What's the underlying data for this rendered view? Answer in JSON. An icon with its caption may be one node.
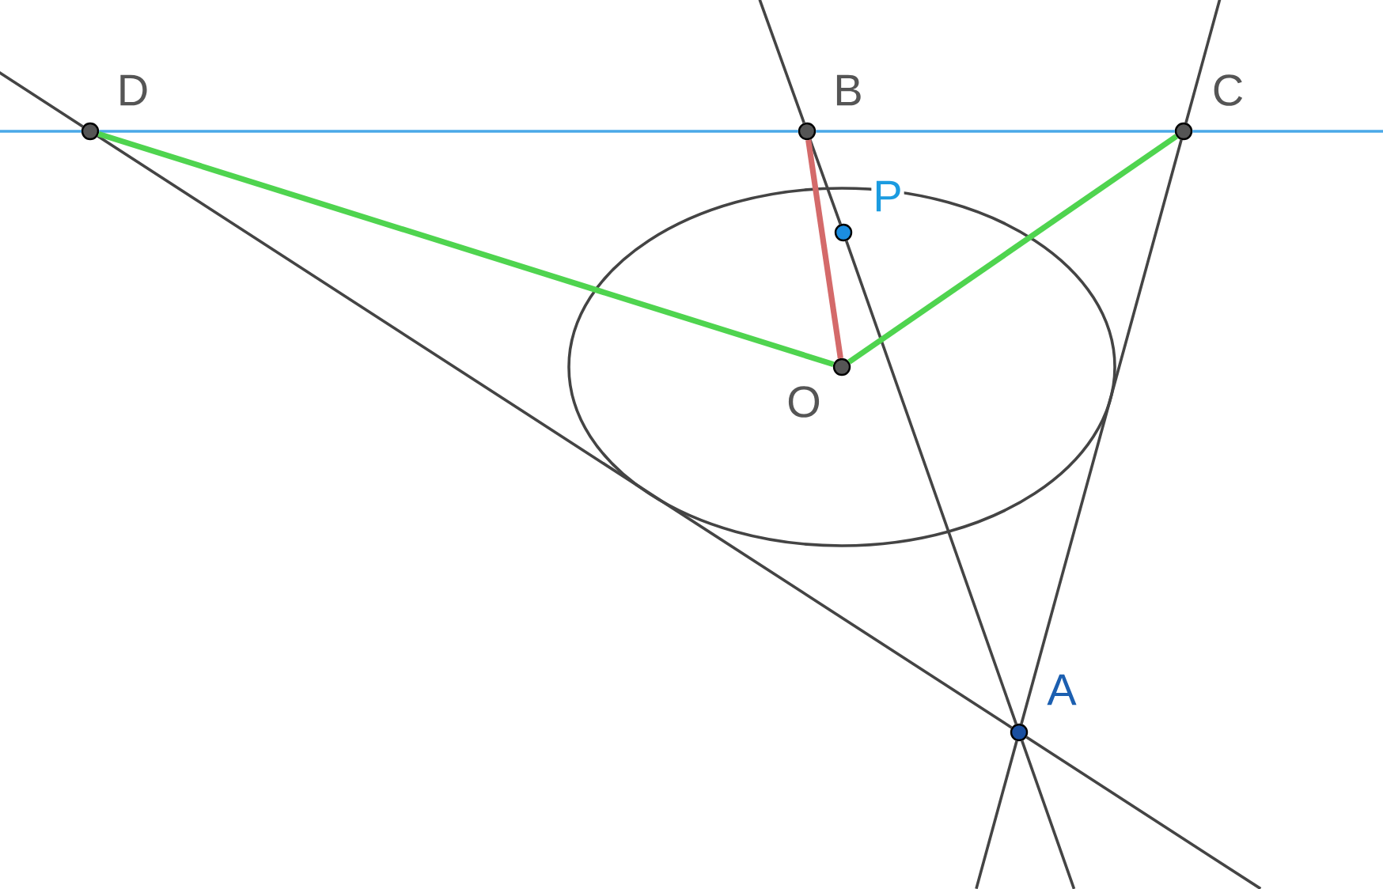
{
  "diagram": {
    "nodes": [
      {
        "text": [
          "D"
        ]
      },
      {
        "text": [
          "B"
        ]
      },
      {
        "text": [
          "C"
        ]
      },
      {
        "text": [
          "P"
        ]
      },
      {
        "text": [
          "O"
        ]
      },
      {
        "text": [
          "A"
        ]
      }
    ],
    "edges": [
      {
        "from": 0,
        "to": 1,
        "arrow": "none",
        "color": "#4aa8e8"
      },
      {
        "from": 1,
        "to": 2,
        "arrow": "none",
        "color": "#4aa8e8"
      },
      {
        "from": 5,
        "to": 3,
        "arrow": "none"
      },
      {
        "from": 3,
        "to": 1,
        "arrow": "none"
      },
      {
        "from": 5,
        "to": 2,
        "arrow": "none"
      },
      {
        "from": 5,
        "to": 0,
        "arrow": "none"
      },
      {
        "from": 0,
        "to": 4,
        "arrow": "none",
        "style": "thick",
        "color": "#4fd44f"
      },
      {
        "from": 2,
        "to": 4,
        "arrow": "none",
        "style": "thick",
        "color": "#4fd44f"
      },
      {
        "from": 1,
        "to": 4,
        "arrow": "none",
        "style": "thick",
        "color": "#d46a6a"
      }
    ]
  }
}
